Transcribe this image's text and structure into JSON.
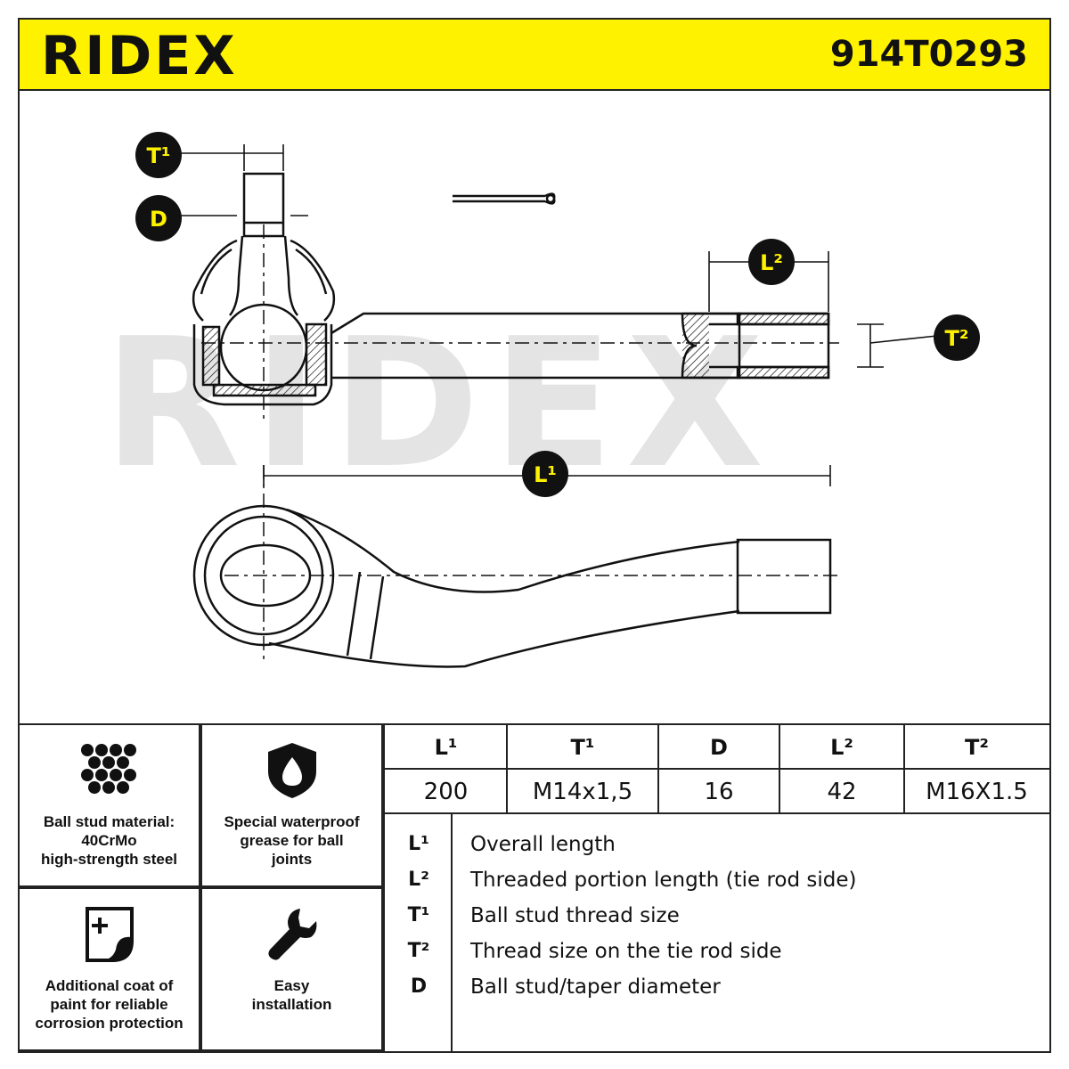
{
  "header": {
    "logo": "RIDEX",
    "part_number": "914T0293"
  },
  "colors": {
    "brand_yellow": "#fff200",
    "ink": "#111111",
    "watermark": "#e4e4e4"
  },
  "drawing": {
    "watermark": "RIDEX",
    "labels": {
      "t1": "T¹",
      "d": "D",
      "l2": "L²",
      "t2": "T²",
      "l1": "L¹"
    }
  },
  "features": [
    {
      "icon": "ball-pattern-icon",
      "lines": [
        "Ball stud material:",
        "40CrMo",
        "high-strength steel"
      ]
    },
    {
      "icon": "shield-drop-icon",
      "lines": [
        "Special waterproof",
        "grease for ball",
        "joints"
      ]
    },
    {
      "icon": "paint-document-icon",
      "lines": [
        "Additional coat of",
        "paint for reliable",
        "corrosion protection"
      ]
    },
    {
      "icon": "wrench-icon",
      "lines": [
        "Easy",
        "installation"
      ]
    }
  ],
  "spec_table": {
    "headers": [
      "L¹",
      "T¹",
      "D",
      "L²",
      "T²"
    ],
    "values": [
      "200",
      "M14x1,5",
      "16",
      "42",
      "M16X1.5"
    ]
  },
  "legend": [
    {
      "key": "L¹",
      "text": "Overall length"
    },
    {
      "key": "L²",
      "text": "Threaded portion length (tie rod side)"
    },
    {
      "key": "T¹",
      "text": "Ball stud thread size"
    },
    {
      "key": "T²",
      "text": "Thread size on the tie rod side"
    },
    {
      "key": "D",
      "text": "Ball stud/taper diameter"
    }
  ]
}
